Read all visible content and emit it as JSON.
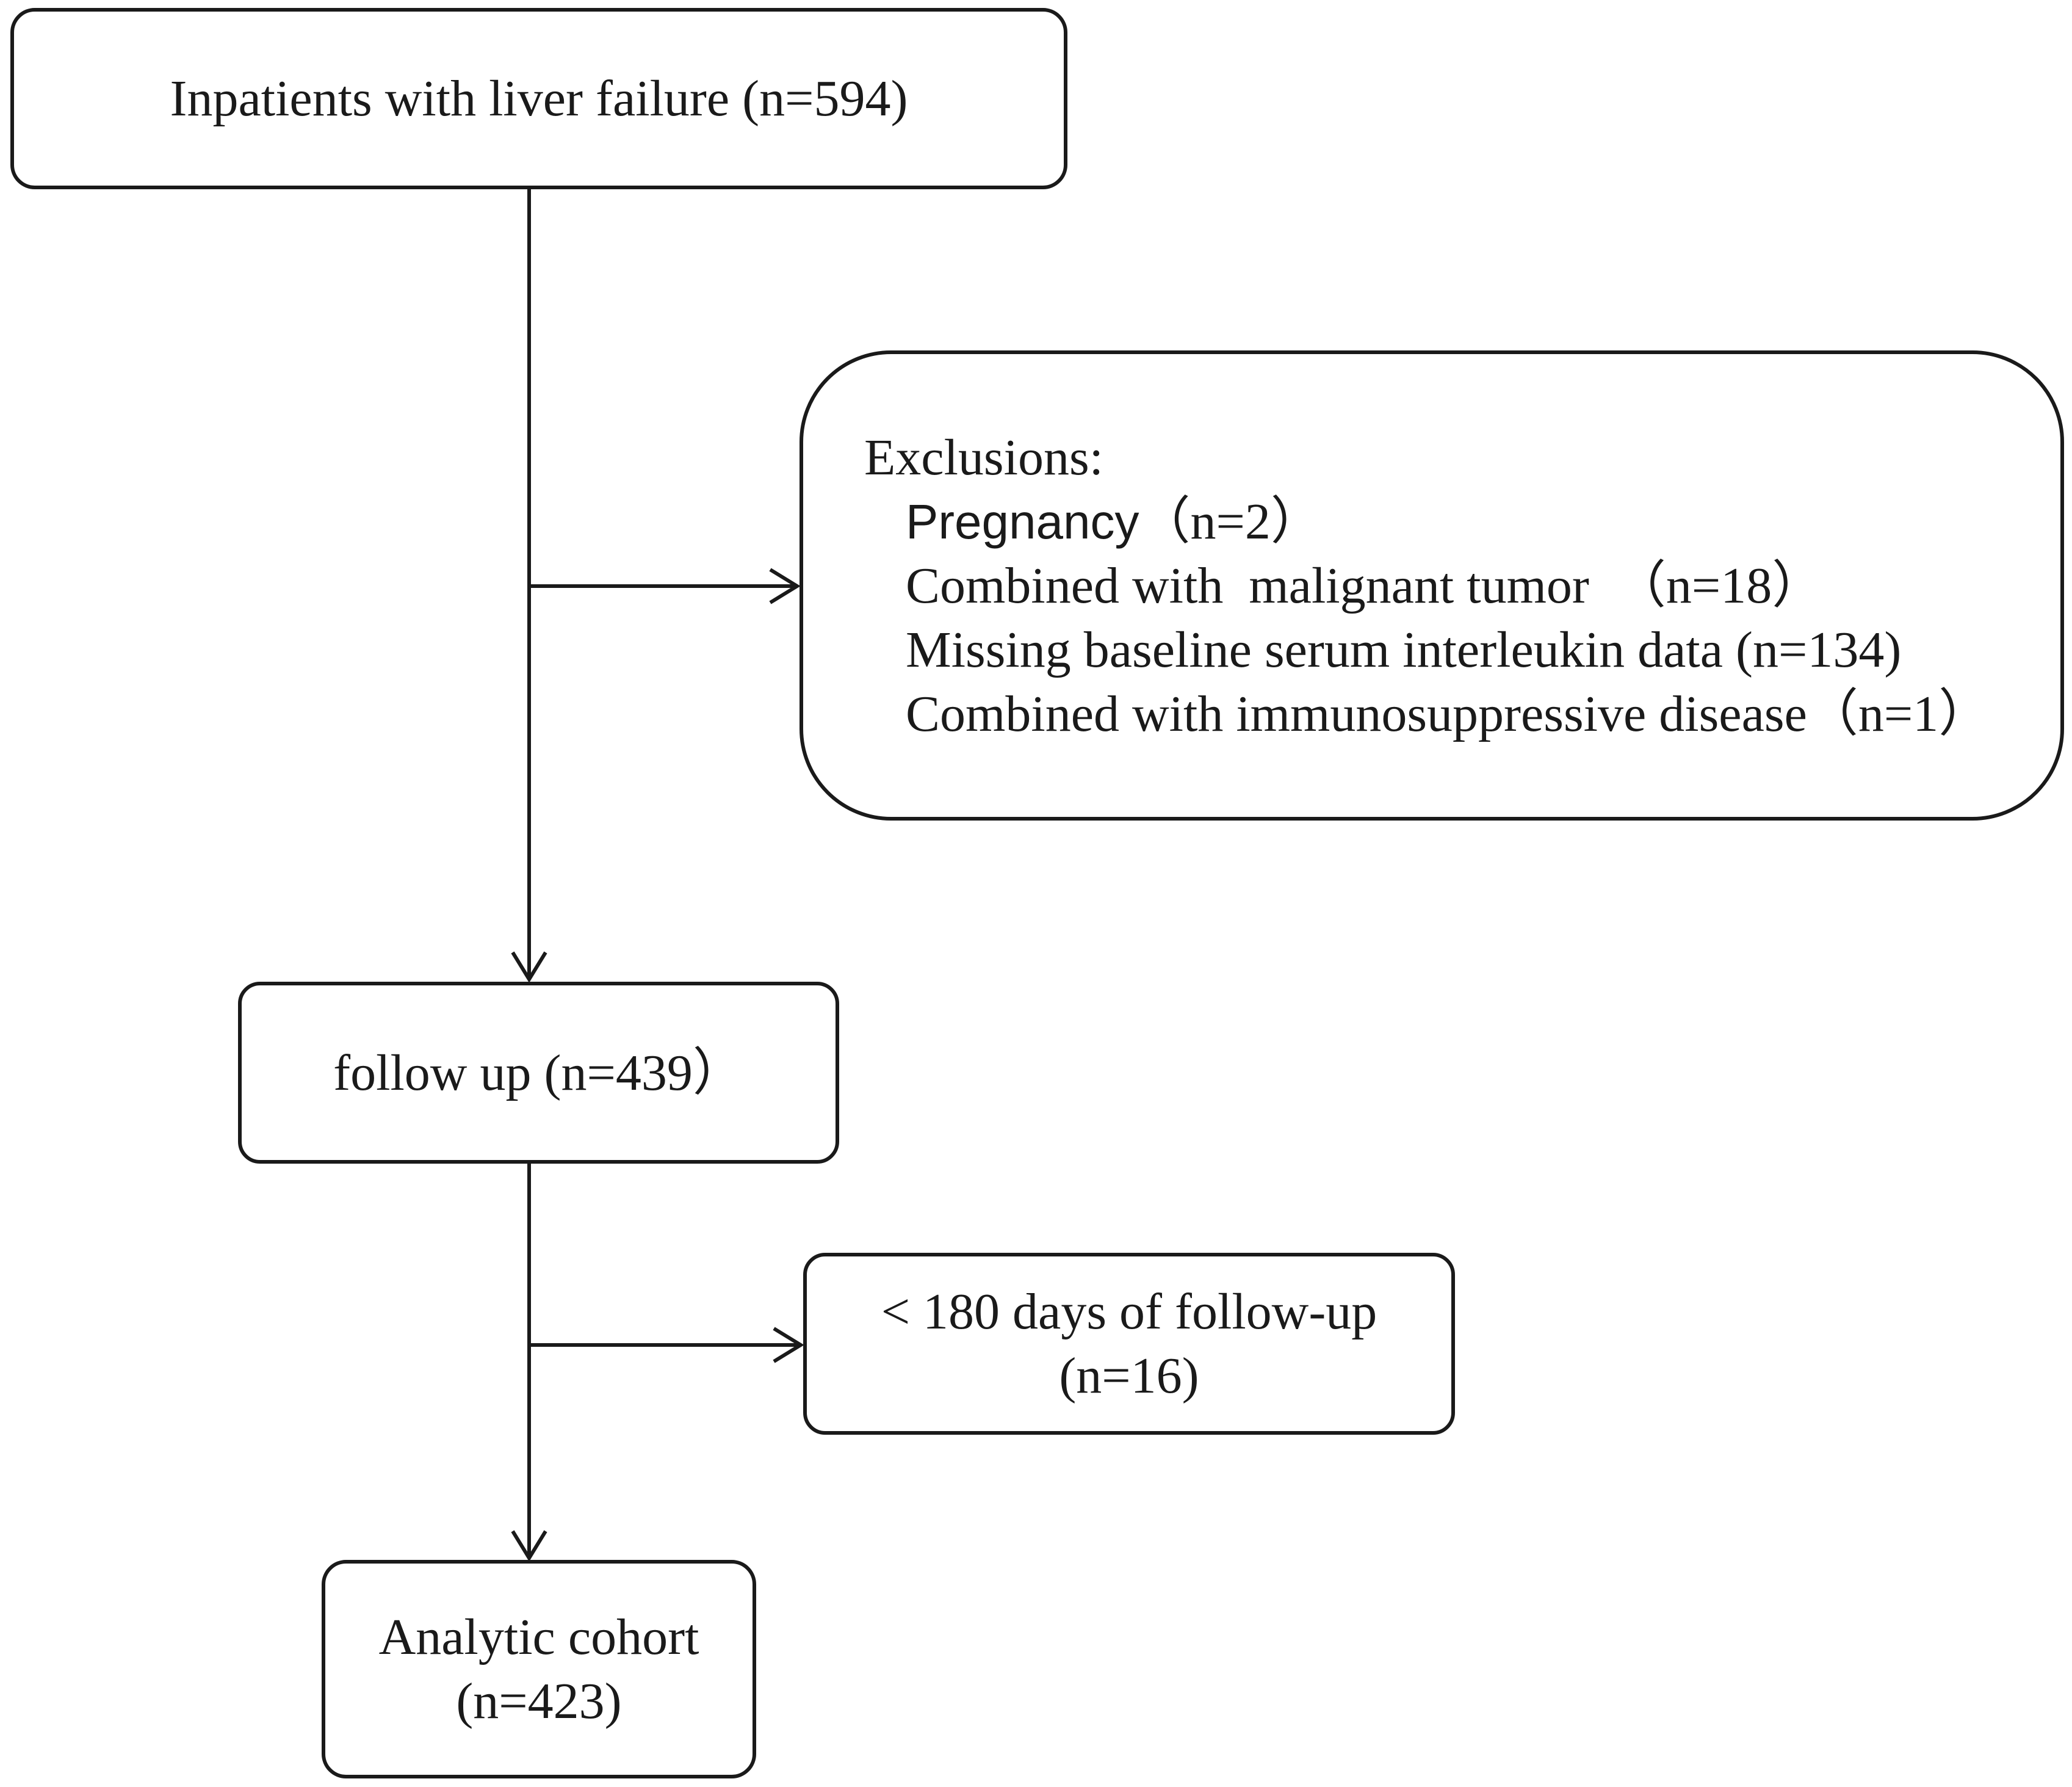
{
  "boxes": {
    "inpatients": {
      "text": "Inpatients with liver failure (n=594)"
    },
    "exclusions": {
      "heading": "Exclusions:",
      "items": [
        {
          "label": "Pregnancy",
          "count": "（n=2）"
        },
        {
          "label": "Combined with  malignant tumor",
          "count": "　（n=18）"
        },
        {
          "label": "Missing baseline serum interleukin data",
          "count": " (n=134)"
        },
        {
          "label": "Combined with immunosuppressive disease",
          "count": "（n=1）"
        }
      ]
    },
    "follow_up": {
      "text": "follow up (n=439）"
    },
    "lost": {
      "line1": "< 180 days of follow-up",
      "line2": "(n=16)"
    },
    "cohort": {
      "line1": "Analytic cohort",
      "line2": "(n=423)"
    }
  },
  "colors": {
    "stroke": "#1a1a1a",
    "background": "#ffffff"
  }
}
